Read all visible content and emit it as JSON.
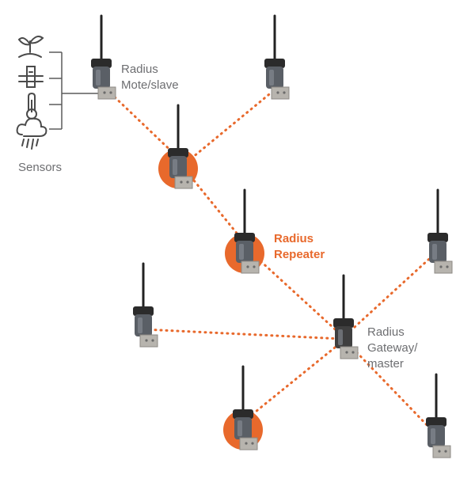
{
  "labels": {
    "mote": [
      "Radius",
      "Mote/slave"
    ],
    "repeater": [
      "Radius",
      "Repeater"
    ],
    "gateway": [
      "Radius",
      "Gateway/",
      "master"
    ],
    "sensors": "Sensors"
  },
  "sensor_icons": [
    "plant-icon",
    "soil-probe-icon",
    "thermometer-icon",
    "rain-cloud-icon"
  ],
  "device_roles": [
    "mote",
    "mote",
    "repeater",
    "repeater",
    "mote",
    "gateway",
    "mote",
    "repeater",
    "mote"
  ],
  "colors": {
    "accent": "#e8692c",
    "text": "#6d6e71",
    "link": "#e8692c",
    "icon_stroke": "#4a4a4a"
  }
}
